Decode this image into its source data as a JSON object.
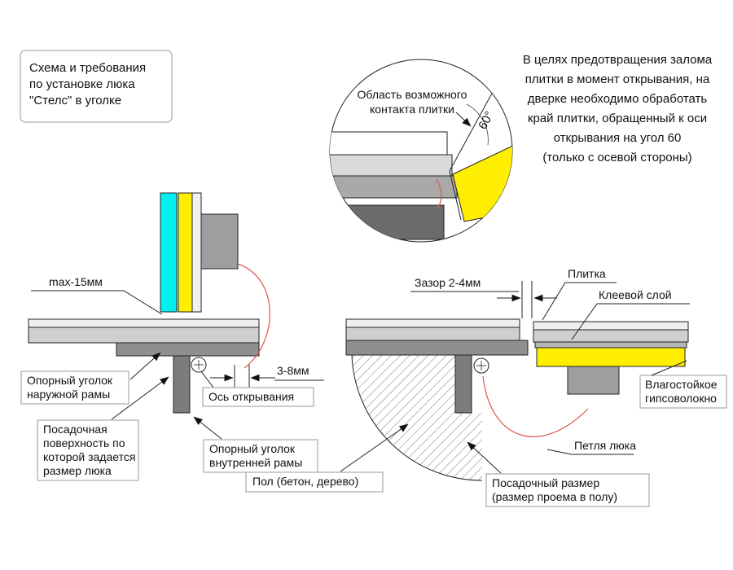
{
  "title_box": {
    "lines": [
      "Схема и требования",
      "по установке люка",
      "\"Стелс\" в уголке"
    ]
  },
  "note": {
    "lines": [
      "В целях предотвращения залома",
      "плитки в момент открывания, на",
      "дверке необходимо обработать",
      "край плитки, обращенный к оси",
      "открывания на угол 60",
      "(только с осевой стороны)"
    ]
  },
  "detail": {
    "label_line1": "Область возможного",
    "label_line2": "контакта плитки",
    "angle": "60°"
  },
  "left": {
    "max": "max-15мм",
    "dim": "3-8мм",
    "axis": "Ось открывания",
    "outer1": "Опорный уголок",
    "outer2": "наружной рамы",
    "seat1": "Посадочная",
    "seat2": "поверхность по",
    "seat3": "которой задается",
    "seat4": "размер люка",
    "inner1": "Опорный уголок",
    "inner2": "внутренней рамы"
  },
  "right": {
    "gap": "Зазор 2-4мм",
    "tile": "Плитка",
    "glue": "Клеевой слой",
    "gypsum1": "Влагостойкое",
    "gypsum2": "гипсоволокно",
    "hinge": "Петля люка",
    "floor": "Пол (бетон, дерево)",
    "size1": "Посадочный размер",
    "size2": "(размер проема в полу)"
  },
  "colors": {
    "cyan": "#00f0f2",
    "yellow": "#ffee00",
    "red": "#e0564c"
  }
}
